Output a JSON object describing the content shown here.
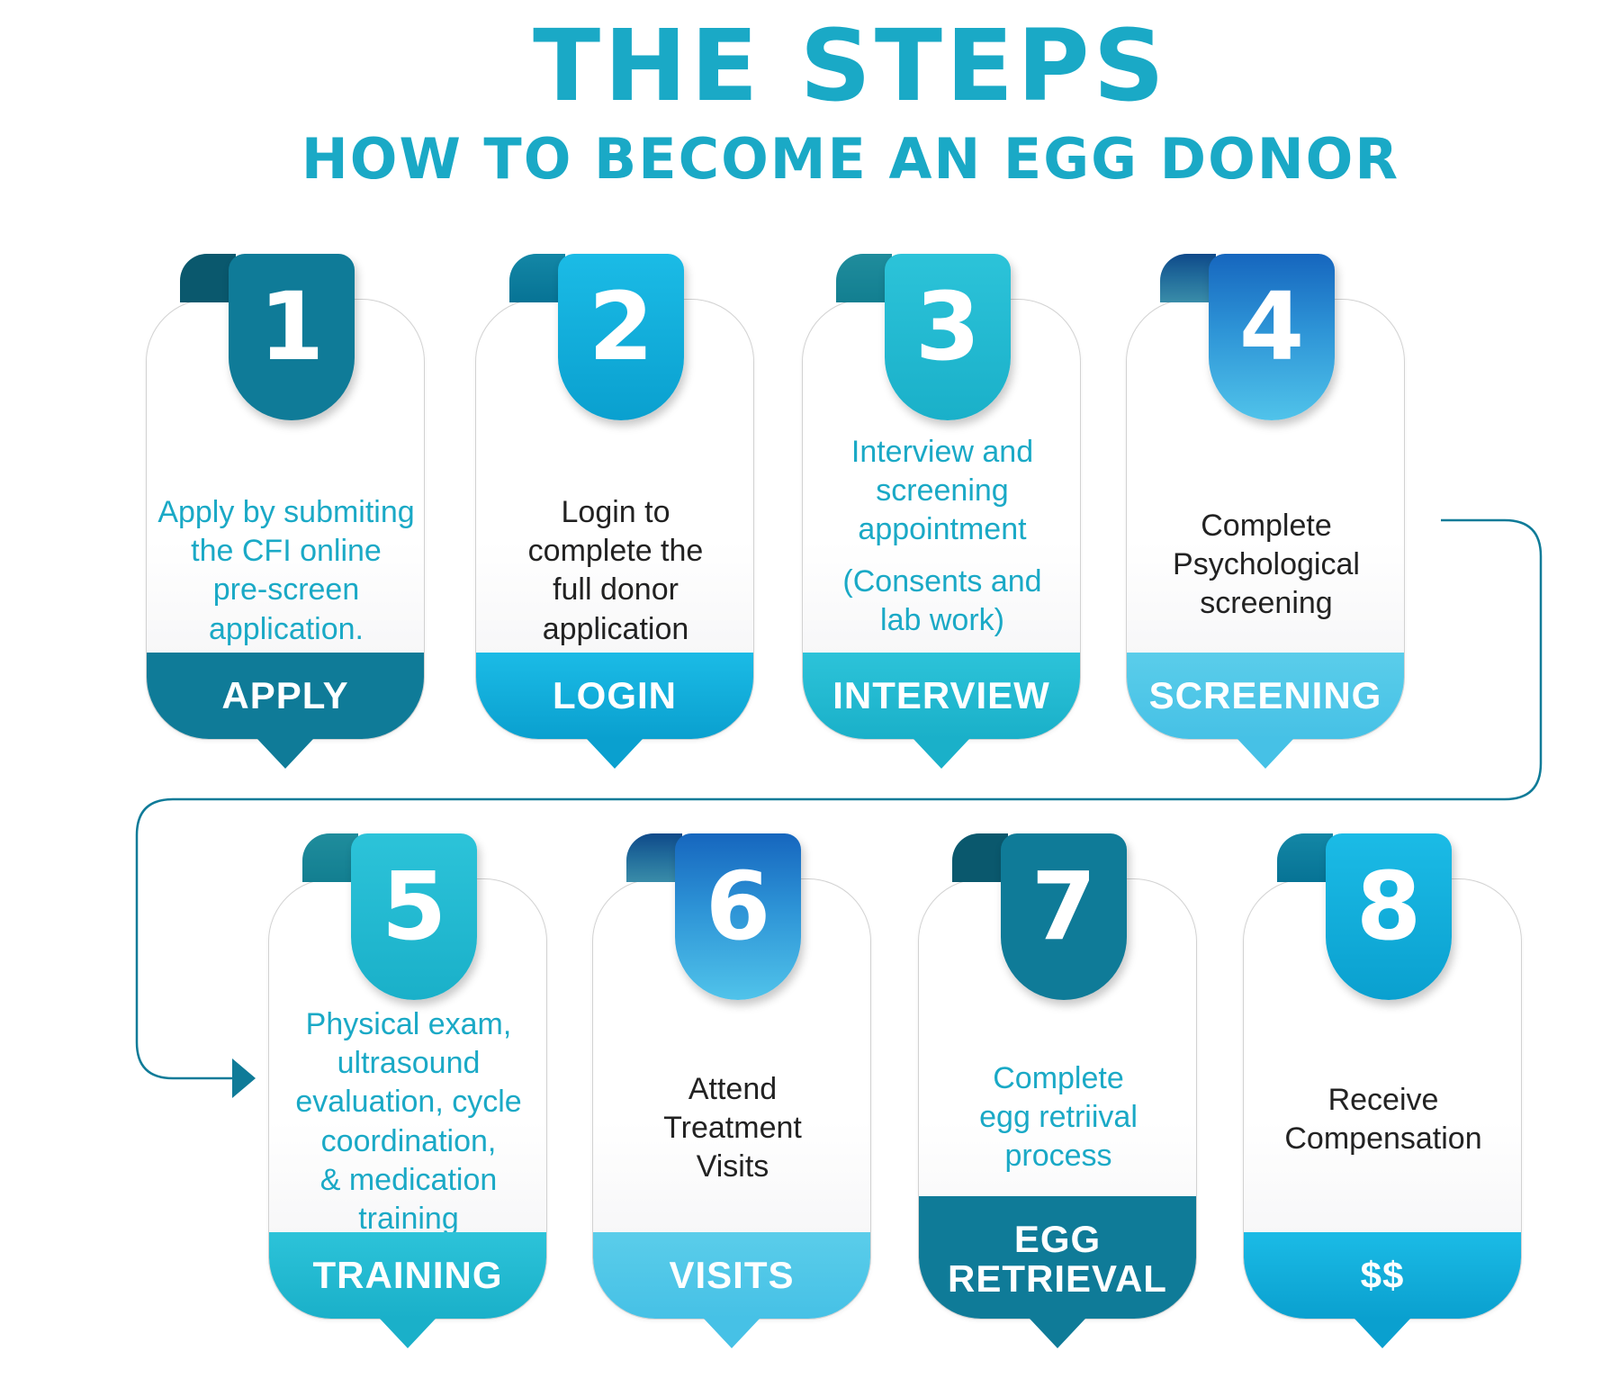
{
  "header": {
    "title": "THE STEPS",
    "subtitle": "HOW TO BECOME AN EGG DONOR"
  },
  "colors": {
    "title": "#1aa9c6",
    "dark_teal": "#0f7b98",
    "bright_blue": "#0aa0cf",
    "teal": "#1ab0c9",
    "light_blue": "#46c1e6",
    "royal_blue": "#1666be",
    "connector": "#0f7b98"
  },
  "steps": [
    {
      "number": "1",
      "label": "APPLY",
      "desc": [
        "Apply by submiting",
        "the CFI online",
        "pre-screen",
        "application."
      ]
    },
    {
      "number": "2",
      "label": "LOGIN",
      "desc": [
        "Login to",
        "complete the",
        "full donor",
        "application"
      ]
    },
    {
      "number": "3",
      "label": "INTERVIEW",
      "desc": [
        "Interview and",
        "screening",
        "appointment",
        "",
        "(Consents and",
        "lab work)"
      ]
    },
    {
      "number": "4",
      "label": "SCREENING",
      "desc": [
        "Complete",
        "Psychological",
        "screening"
      ]
    },
    {
      "number": "5",
      "label": "TRAINING",
      "desc": [
        "Physical exam,",
        "ultrasound",
        "evaluation, cycle",
        "coordination,",
        "& medication",
        "training"
      ]
    },
    {
      "number": "6",
      "label": "VISITS",
      "desc": [
        "Attend",
        "Treatment",
        "Visits"
      ]
    },
    {
      "number": "7",
      "label": "EGG RETRIEVAL",
      "desc": [
        "Complete",
        "egg retriival",
        "process"
      ]
    },
    {
      "number": "8",
      "label": "$$",
      "desc": [
        "Receive",
        "Compensation"
      ]
    }
  ]
}
